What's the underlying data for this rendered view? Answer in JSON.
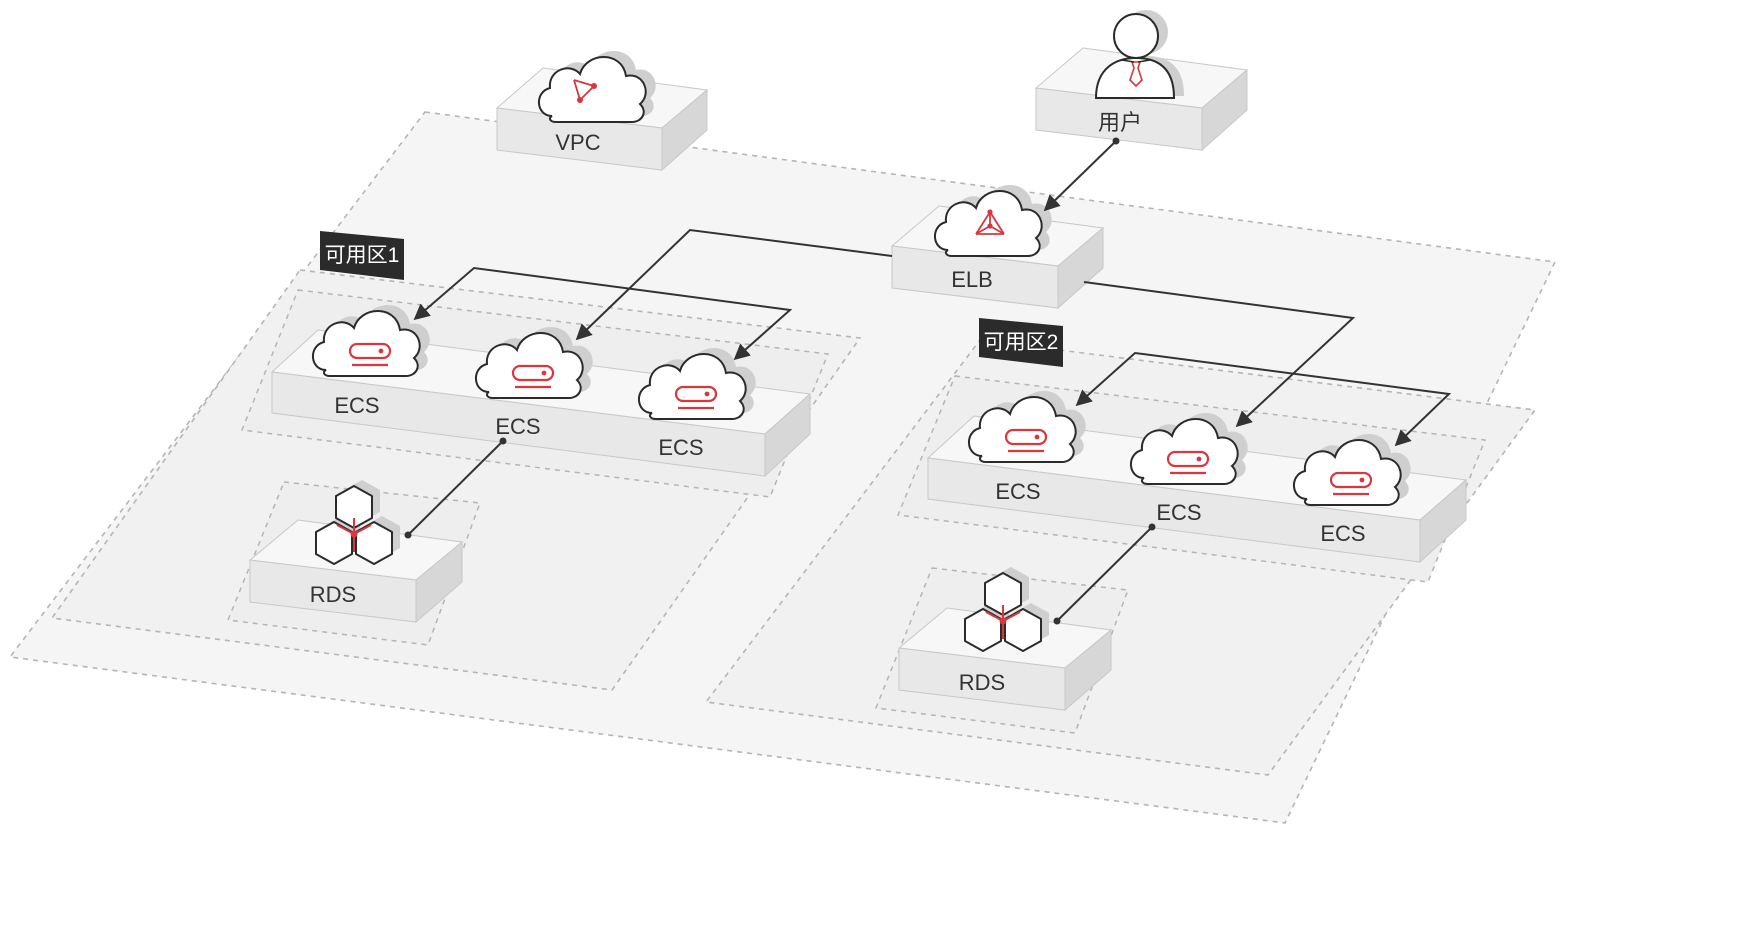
{
  "zones": [
    {
      "id": "az1",
      "label": "可用区1"
    },
    {
      "id": "az2",
      "label": "可用区2"
    }
  ],
  "nodes": {
    "vpc": {
      "label": "VPC",
      "icon": "vpc-cloud-icon"
    },
    "user": {
      "label": "用户",
      "icon": "user-icon"
    },
    "elb": {
      "label": "ELB",
      "icon": "elb-cloud-icon"
    },
    "az1_ecs": [
      {
        "label": "ECS",
        "icon": "ecs-cloud-icon"
      },
      {
        "label": "ECS",
        "icon": "ecs-cloud-icon"
      },
      {
        "label": "ECS",
        "icon": "ecs-cloud-icon"
      }
    ],
    "az2_ecs": [
      {
        "label": "ECS",
        "icon": "ecs-cloud-icon"
      },
      {
        "label": "ECS",
        "icon": "ecs-cloud-icon"
      },
      {
        "label": "ECS",
        "icon": "ecs-cloud-icon"
      }
    ],
    "az1_rds": {
      "label": "RDS",
      "icon": "rds-hexagon-icon"
    },
    "az2_rds": {
      "label": "RDS",
      "icon": "rds-hexagon-icon"
    }
  },
  "colors": {
    "accent": "#d9363e",
    "line": "#333333",
    "dashed": "#b5b5b5",
    "zone_fill": "#f3f3f3",
    "platform_top": "#f7f7f7",
    "platform_front": "#e8e8e8",
    "platform_side": "#d7d7d7"
  }
}
